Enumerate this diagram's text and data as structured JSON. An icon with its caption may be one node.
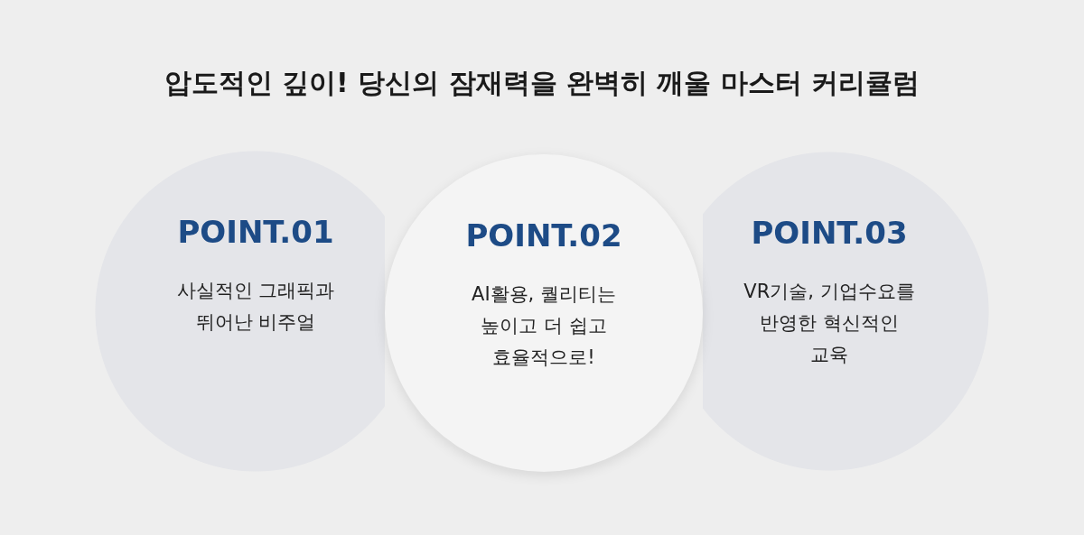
{
  "diagram": {
    "title": "압도적인 깊이! 당신의 잠재력을 완벽히 깨울 마스터 커리큘럼",
    "nodes": [
      {
        "text": [
          "POINT.01",
          "사실적인 그래픽과 뛰어난 비주얼"
        ]
      },
      {
        "text": [
          "POINT.02",
          "AI활용, 퀄리티는 높이고 더 쉽고 효율적으로!"
        ]
      },
      {
        "text": [
          "POINT.03",
          "VR기술, 기업수요를 반영한 혁신적인 교육"
        ]
      }
    ],
    "edges": []
  }
}
